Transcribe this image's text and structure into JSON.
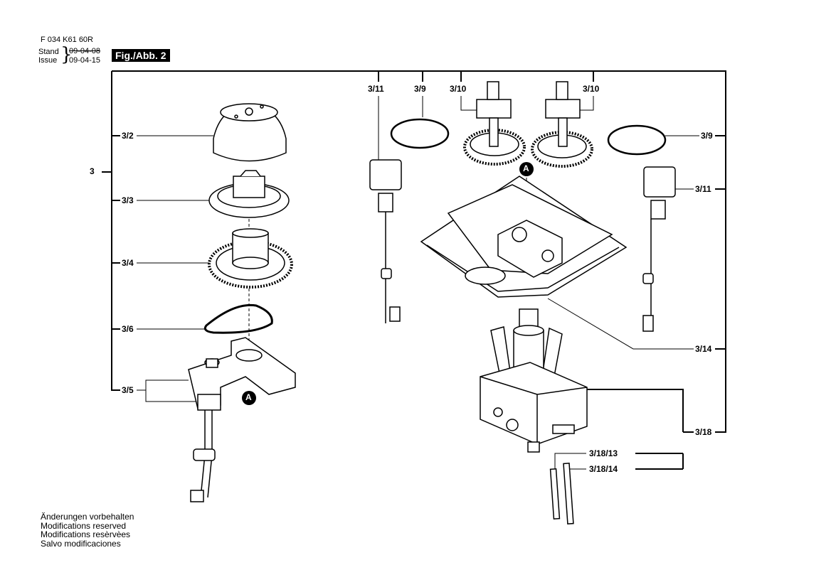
{
  "header": {
    "part_number": "F 034 K61 60R",
    "stand_label": "Stand",
    "issue_label": "Issue",
    "stand_date": "09-04-08",
    "issue_date": "09-04-15",
    "figure_title": "Fig./Abb. 2"
  },
  "callouts": {
    "main": "3",
    "p3_2": "3/2",
    "p3_3": "3/3",
    "p3_4": "3/4",
    "p3_6": "3/6",
    "p3_5": "3/5",
    "p3_11_top": "3/11",
    "p3_9_top": "3/9",
    "p3_10_left": "3/10",
    "p3_10_right": "3/10",
    "p3_9_right": "3/9",
    "p3_11_right": "3/11",
    "p3_14": "3/14",
    "p3_18": "3/18",
    "p3_18_13": "3/18/13",
    "p3_18_14": "3/18/14",
    "marker_a1": "A",
    "marker_a2": "A"
  },
  "footer": {
    "line1": "Änderungen vorbehalten",
    "line2": "Modifications reserved",
    "line3": "Modifications resèrvèes",
    "line4": "Salvo modificaciones"
  }
}
